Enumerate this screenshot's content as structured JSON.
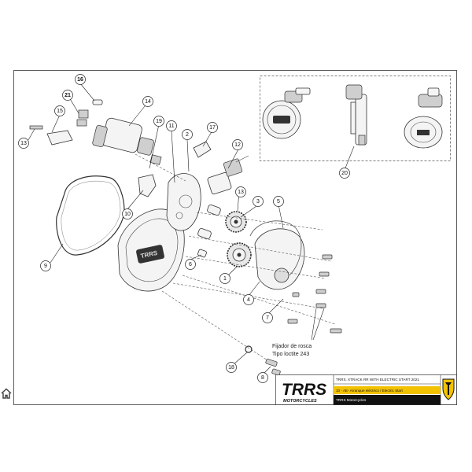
{
  "callouts": [
    {
      "label": "1",
      "bold": false
    },
    {
      "label": "2",
      "bold": false
    },
    {
      "label": "3",
      "bold": false
    },
    {
      "label": "4",
      "bold": false
    },
    {
      "label": "5",
      "bold": false
    },
    {
      "label": "6",
      "bold": false
    },
    {
      "label": "7",
      "bold": false
    },
    {
      "label": "8",
      "bold": false
    },
    {
      "label": "9",
      "bold": false
    },
    {
      "label": "10",
      "bold": false
    },
    {
      "label": "11",
      "bold": false
    },
    {
      "label": "12",
      "bold": false
    },
    {
      "label": "13",
      "bold": false
    },
    {
      "label": "13",
      "bold": false
    },
    {
      "label": "14",
      "bold": false
    },
    {
      "label": "15",
      "bold": false
    },
    {
      "label": "16",
      "bold": true
    },
    {
      "label": "16",
      "bold": false
    },
    {
      "label": "17",
      "bold": false
    },
    {
      "label": "18",
      "bold": false
    },
    {
      "label": "19",
      "bold": false
    },
    {
      "label": "20",
      "bold": false
    },
    {
      "label": "21",
      "bold": true
    }
  ],
  "note": {
    "line1": "Fijador de rosca",
    "line2": "Tipo loctite 243"
  },
  "title_block": {
    "logo_main": "TRRS",
    "logo_sub": "MOTORCYCLES",
    "model": "TRRS. XTRACK RR  WITH ELECTRIC START 2021",
    "section": "10 - AE- Arranque eléctrico / Electric Start",
    "company": "TRRS Motorcycles"
  },
  "colors": {
    "accent": "#f2c200",
    "logo_red": "#d4141c",
    "bar_dark": "#111111"
  },
  "home": {
    "icon": "home-icon"
  }
}
